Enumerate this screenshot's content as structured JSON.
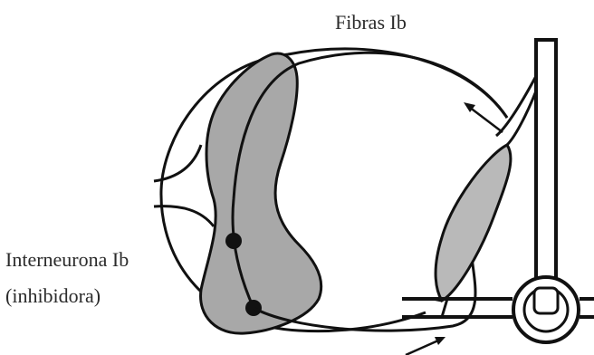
{
  "labels": {
    "fibras": "Fibras Ib",
    "interneurona": "Interneurona Ib",
    "inhibidora": "(inhibidora)"
  },
  "colors": {
    "stroke": "#111111",
    "gray_matter": "#a8a8a8",
    "muscle": "#b9b9b9",
    "background": "#ffffff"
  }
}
